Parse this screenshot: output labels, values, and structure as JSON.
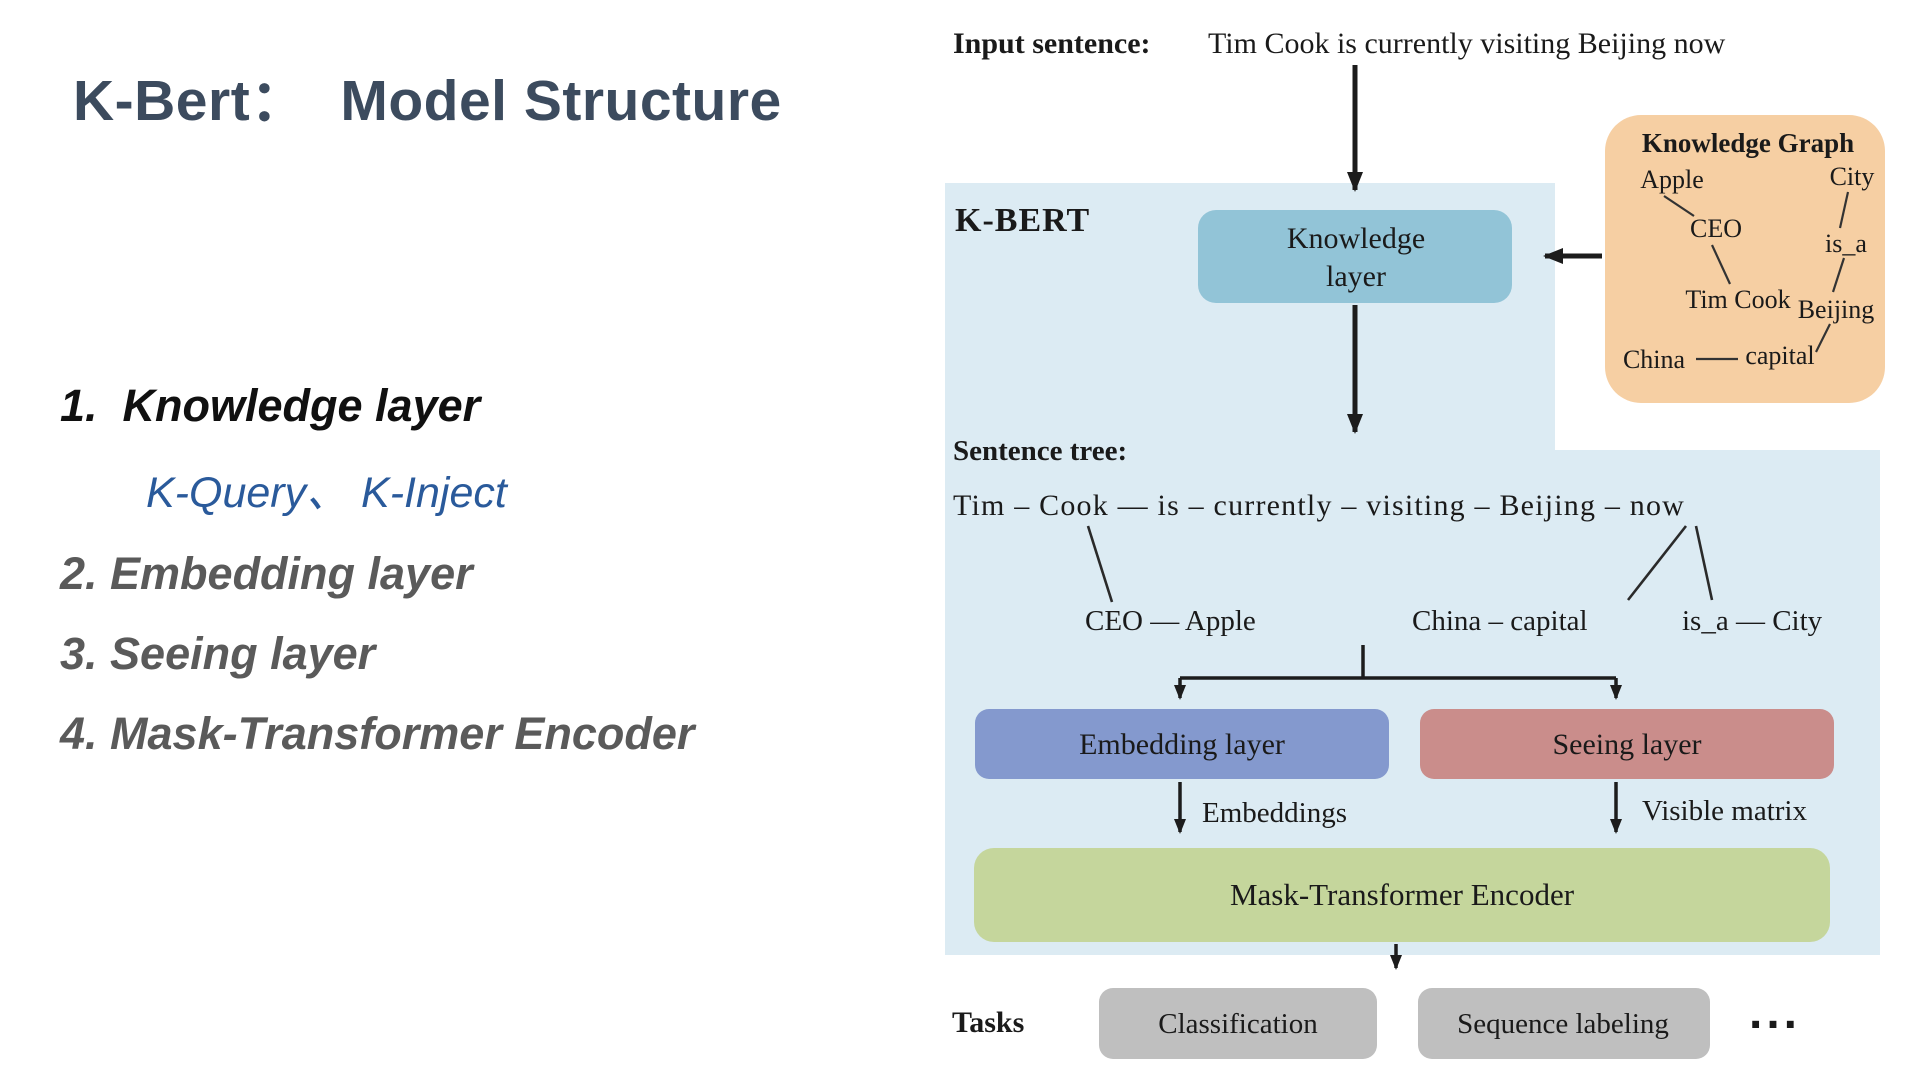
{
  "left_panel": {
    "title": "K-Bert：  Model Structure",
    "items": [
      {
        "text": "1.  Knowledge layer"
      },
      {
        "text": "K-Query、 K-Inject"
      },
      {
        "text": "2. Embedding layer"
      },
      {
        "text": "3. Seeing layer"
      },
      {
        "text": "4. Mask-Transformer Encoder"
      }
    ]
  },
  "diagram": {
    "input_label": "Input sentence:",
    "input_sentence": "Tim Cook is currently visiting Beijing now",
    "kbert_label": "K-BERT",
    "knowledge_layer_line1": "Knowledge",
    "knowledge_layer_line2": "layer",
    "knowledge_graph": {
      "title": "Knowledge Graph",
      "apple": "Apple",
      "city": "City",
      "ceo": "CEO",
      "is_a": "is_a",
      "tim_cook": "Tim Cook",
      "beijing": "Beijing",
      "china": "China",
      "capital": "capital"
    },
    "sentence_tree_label": "Sentence tree:",
    "sentence_row": "Tim – Cook — is – currently – visiting – Beijing – now",
    "branch_left": "CEO — Apple",
    "branch_right_a": "China – capital",
    "branch_right_b": "is_a — City",
    "embedding_layer": "Embedding layer",
    "seeing_layer": "Seeing layer",
    "embeddings_label": "Embeddings",
    "visible_matrix_label": "Visible matrix",
    "encoder": "Mask-Transformer Encoder",
    "tasks_label": "Tasks",
    "task_classification": "Classification",
    "task_sequence_labeling": "Sequence labeling",
    "ellipsis": "..."
  },
  "colors": {
    "bg_region": "#dcebf3",
    "kg_box": "#f6cfa3",
    "knowledge_box": "#92c4d7",
    "embedding_box": "#8499ce",
    "seeing_box": "#ca8d8b",
    "encoder_box": "#c5d69c",
    "task_box": "#bfbfbf",
    "title_color": "#3c4b5e",
    "subitem_blue": "#2a5a9b",
    "list_gray": "#5a5a5a"
  }
}
